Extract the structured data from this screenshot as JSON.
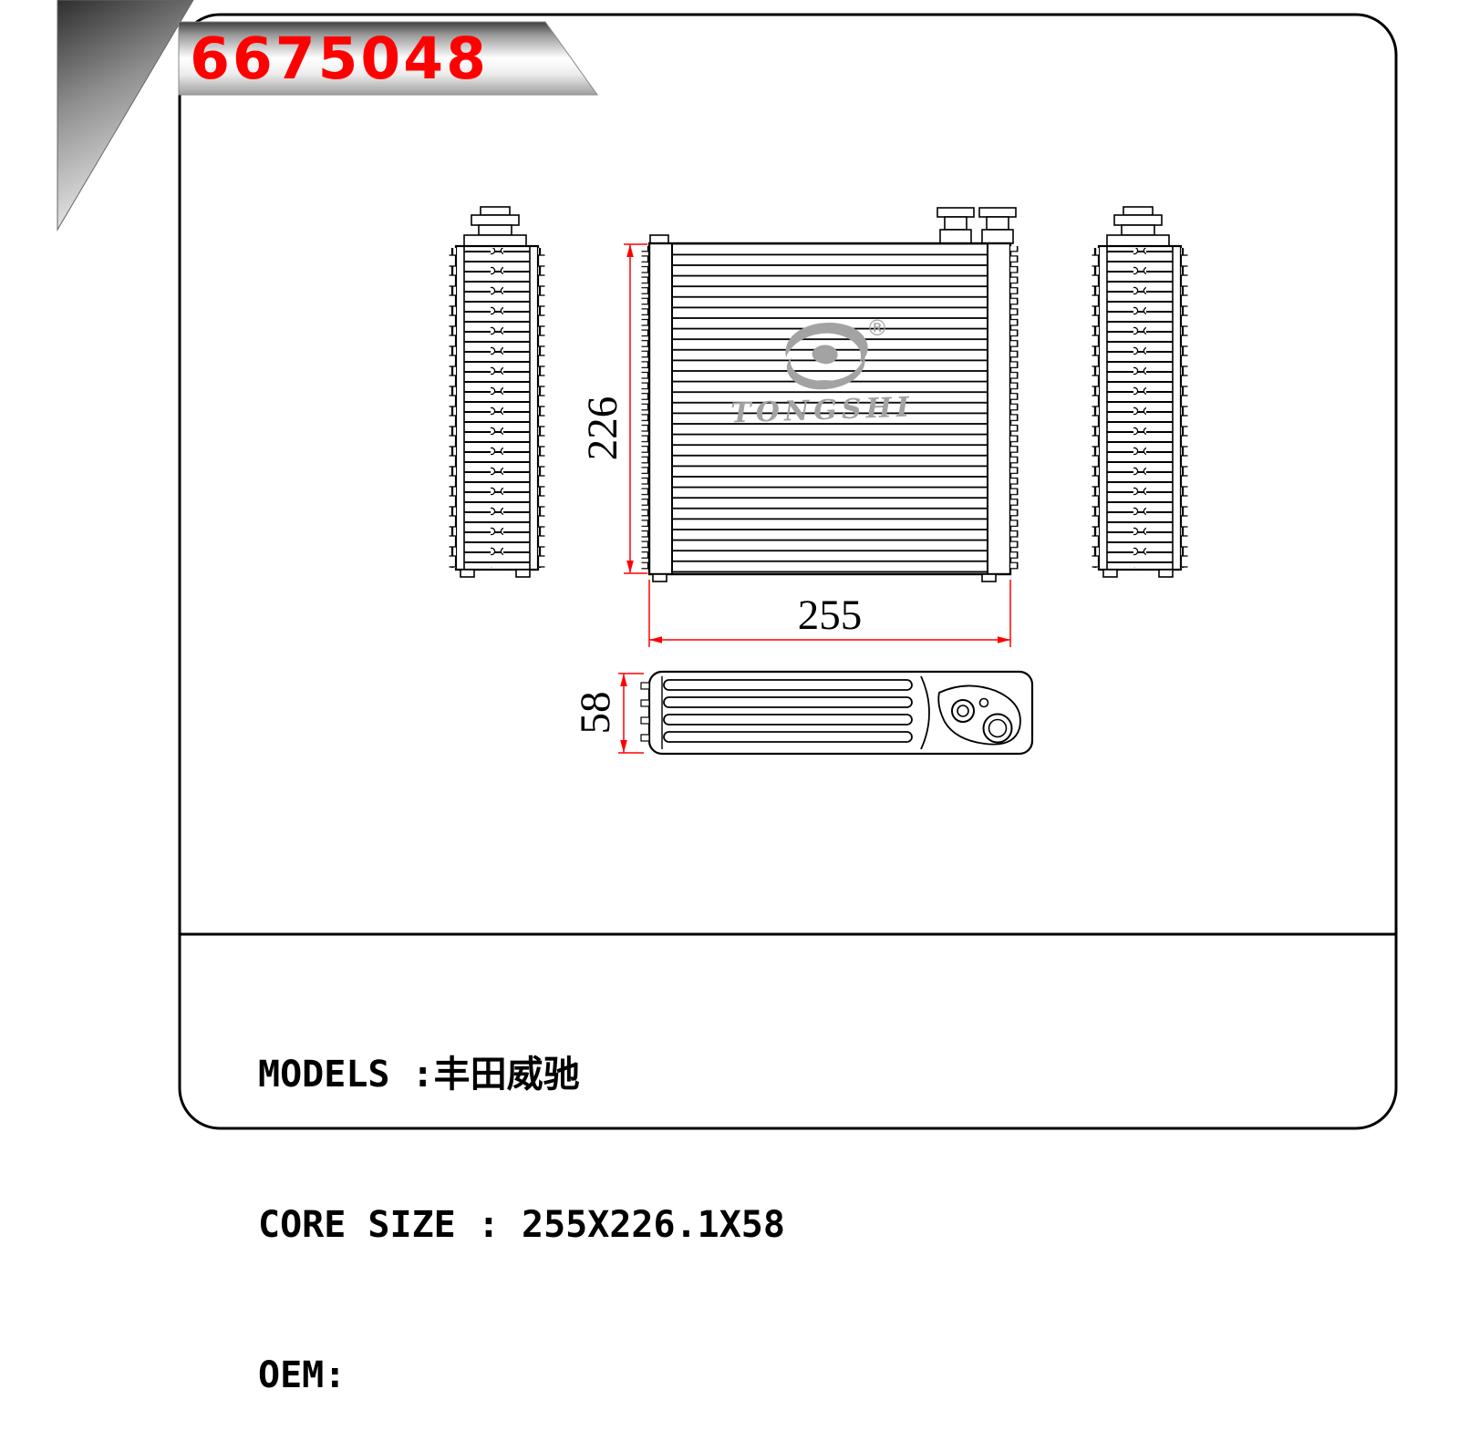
{
  "title": {
    "part_number": "6675048"
  },
  "logo": {
    "brand": "TONGSHI",
    "registered_mark": "®"
  },
  "drawing": {
    "dim_height": "226",
    "dim_width": "255",
    "dim_depth": "58"
  },
  "specs": {
    "lines": [
      {
        "label": "MODELS :",
        "value": "丰田威驰"
      },
      {
        "label": "CORE SIZE : ",
        "value": "255X226.1X58"
      },
      {
        "label": "OEM:",
        "value": ""
      }
    ]
  },
  "colors": {
    "accent_red": "#ff0000",
    "line_black": "#000000",
    "logo_gray": "#a3a3a3"
  }
}
